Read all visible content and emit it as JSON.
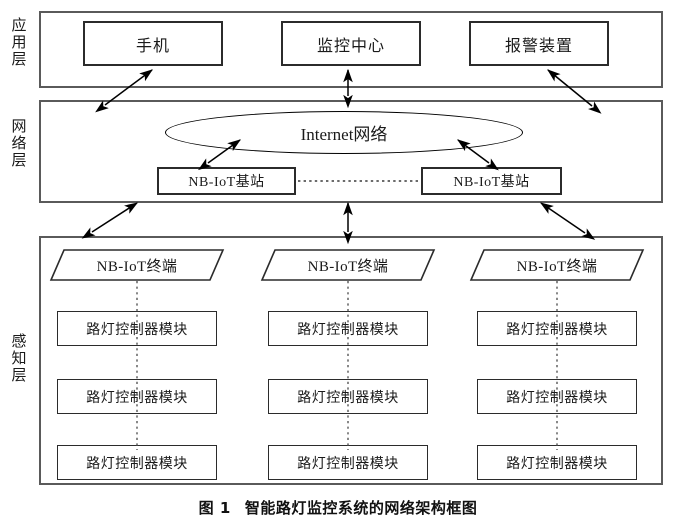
{
  "figure": {
    "caption_number": "图 1",
    "caption_text": "智能路灯监控系统的网络架构框图"
  },
  "layers": [
    {
      "id": "application",
      "label": "应用层",
      "label_chars": [
        "应",
        "用",
        "层"
      ]
    },
    {
      "id": "network",
      "label": "网络层",
      "label_chars": [
        "网",
        "络",
        "层"
      ]
    },
    {
      "id": "perception",
      "label": "感知层",
      "label_chars": [
        "感",
        "知",
        "层"
      ]
    }
  ],
  "application_layer": {
    "nodes": [
      {
        "name": "mobile-phone",
        "label": "手机"
      },
      {
        "name": "monitoring-center",
        "label": "监控中心"
      },
      {
        "name": "alarm-device",
        "label": "报警装置"
      }
    ]
  },
  "network_layer": {
    "cloud": {
      "name": "internet-network",
      "label": "Internet网络"
    },
    "base_stations": [
      {
        "name": "nb-iot-base-station-left",
        "label": "NB-IoT基站"
      },
      {
        "name": "nb-iot-base-station-right",
        "label": "NB-IoT基站"
      }
    ]
  },
  "perception_layer": {
    "columns": [
      {
        "terminal": {
          "name": "nb-iot-terminal-1",
          "label": "NB-IoT终端"
        },
        "modules": [
          {
            "name": "street-lamp-controller-module-1-1",
            "label": "路灯控制器模块"
          },
          {
            "name": "street-lamp-controller-module-1-2",
            "label": "路灯控制器模块"
          },
          {
            "name": "street-lamp-controller-module-1-3",
            "label": "路灯控制器模块"
          }
        ]
      },
      {
        "terminal": {
          "name": "nb-iot-terminal-2",
          "label": "NB-IoT终端"
        },
        "modules": [
          {
            "name": "street-lamp-controller-module-2-1",
            "label": "路灯控制器模块"
          },
          {
            "name": "street-lamp-controller-module-2-2",
            "label": "路灯控制器模块"
          },
          {
            "name": "street-lamp-controller-module-2-3",
            "label": "路灯控制器模块"
          }
        ]
      },
      {
        "terminal": {
          "name": "nb-iot-terminal-3",
          "label": "NB-IoT终端"
        },
        "modules": [
          {
            "name": "street-lamp-controller-module-3-1",
            "label": "路灯控制器模块"
          },
          {
            "name": "street-lamp-controller-module-3-2",
            "label": "路灯控制器模块"
          },
          {
            "name": "street-lamp-controller-module-3-3",
            "label": "路灯控制器模块"
          }
        ]
      }
    ]
  },
  "colors": {
    "background": "#ffffff",
    "frame_stroke": "#5a5a5a",
    "node_stroke": "#2b2b2b",
    "connector": "#000000",
    "text": "#1a1a1a"
  }
}
